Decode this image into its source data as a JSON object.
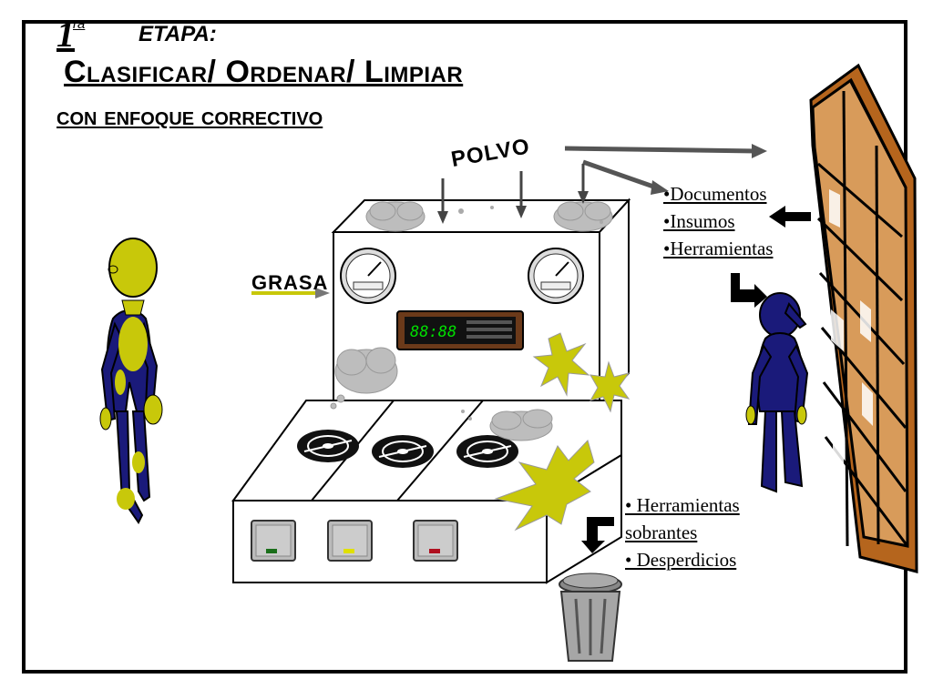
{
  "slide": {
    "stage_number": "1",
    "stage_sup": "ra",
    "stage_word": "ETAPA:",
    "title": "Clasificar/ Ordenar/ Limpiar",
    "subtitle": "con enfoque correctivo",
    "label_dust": "POLVO",
    "label_grease": "GRASA",
    "display_readout": "88:88",
    "upper_list": [
      "•Documentos",
      "•Insumos",
      "•Herramientas"
    ],
    "lower_list": [
      "• Herramientas",
      "sobrantes",
      "• Desperdicios"
    ]
  },
  "colors": {
    "figure_blue": "#1a1a7a",
    "stain_yellow": "#c8c80a",
    "shelf_brown": "#b5651d",
    "cloud_gray": "#bdbdbd",
    "display_green": "#00e000",
    "led_green": "#1a6e1a",
    "led_yellow": "#e0e000",
    "led_red": "#b01020"
  },
  "icons": [
    "arrow-icon",
    "cloud-icon",
    "gauge-icon",
    "fan-icon",
    "trash-can-icon",
    "splash-icon"
  ]
}
